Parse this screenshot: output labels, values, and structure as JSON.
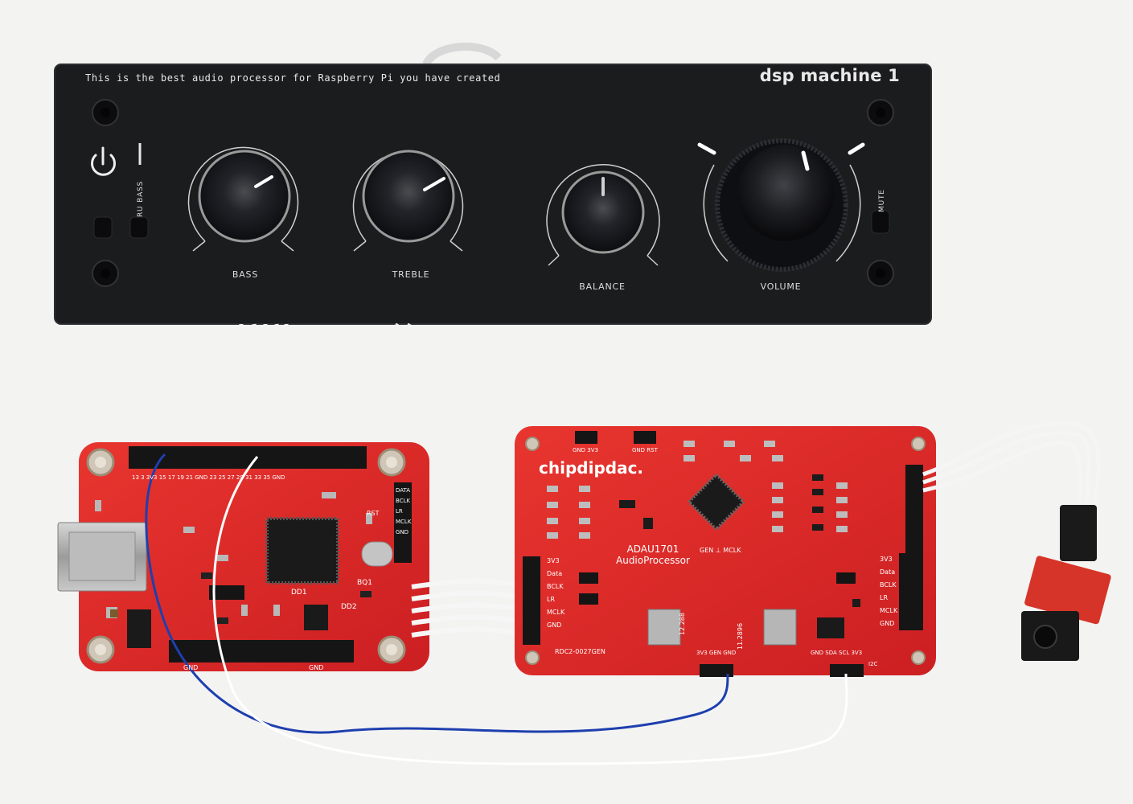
{
  "panel": {
    "tagline": "This is the best audio processor for Raspberry Pi you have created",
    "brand": "dsp machine 1",
    "knobs": {
      "bass": "BASS",
      "treble": "TREBLE",
      "balance": "BALANCE",
      "volume": "VOLUME"
    },
    "switch_labels": {
      "ru_bass": "RU BASS",
      "mute": "MUTE"
    }
  },
  "right_board": {
    "brand": "chipdipdac.",
    "chip_line1": "ADAU1701",
    "chip_line2": "AudioProcessor",
    "model": "RDC2-0027GEN",
    "freq1": "12.288",
    "freq2": "11.2896",
    "pins_left": [
      "3V3",
      "Data",
      "BCLK",
      "LR",
      "MCLK",
      "GND"
    ],
    "pins_right": [
      "3V3",
      "Data",
      "BCLK",
      "LR",
      "MCLK",
      "GND"
    ],
    "bottom_pins": "3V3 GEN GND",
    "i2c_pins": "GND SDA SCL 3V3",
    "i2c": "I2C",
    "gen_mclk": "GEN ⊥ MCLK",
    "top_pins1": "GND 3V3",
    "top_pins2": "GND RST"
  },
  "left_board": {
    "header_top": "13  3  3V3  15  17  19  21  GND  23  25  27  29  31  33  35  GND",
    "header_right": [
      "DATA",
      "BCLK",
      "LR",
      "MCLK",
      "GND"
    ],
    "bottom_gnd1": "GND",
    "bottom_gnd2": "GND",
    "dd1": "DD1",
    "dd2": "DD2",
    "bq1": "BQ1",
    "rst": "RST"
  },
  "colors": {
    "panel": "#1b1c1e",
    "pcb": "#e02a2b",
    "background": "#f3f3f2",
    "wire_blue": "#1e3fae",
    "wire_white": "#f7f7f7"
  }
}
